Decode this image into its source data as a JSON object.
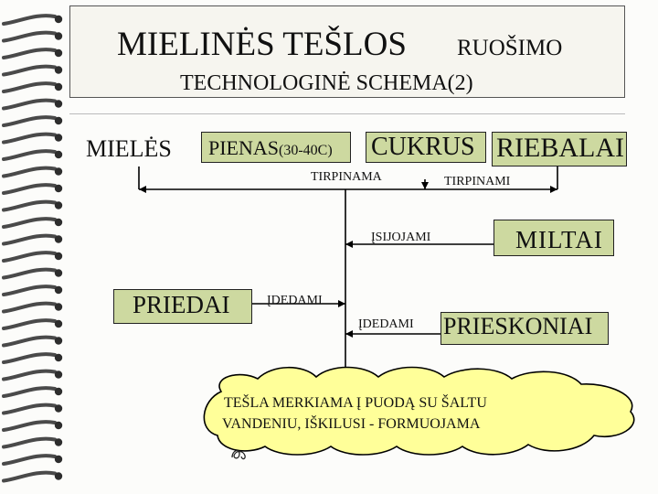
{
  "title": {
    "line1_main": "MIELINĖS TEŠLOS",
    "line1_sub": "RUOŠIMO",
    "line2": "TECHNOLOGINĖ SCHEMA(2)"
  },
  "ingredients": {
    "mieles": "MIELĖS",
    "pienas_main": "PIENAS",
    "pienas_temp": "(30-40C)",
    "cukrus": "CUKRUS",
    "riebalai": "RIEBALAI",
    "miltai": "MILTAI",
    "priedai": "PRIEDAI",
    "prieskoniai": "PRIESKONIAI"
  },
  "steps": {
    "tirpinama": "TIRPINAMA",
    "tirpinami": "TIRPINAMI",
    "isijojami": "ĮSIJOJAMI",
    "idedami_left": "ĮDEDAMI",
    "idedami_right": "ĮDEDAMI"
  },
  "result": {
    "line1": "TEŠLA MERKIAMA Į PUODĄ SU ŠALTU",
    "line2": "VANDENIU, IŠKILUSI - FORMUOJAMA"
  },
  "colors": {
    "title_box": "#f6f5ef",
    "ingredient_box": "#cdd9a0",
    "cloud": "#ffff99",
    "lines": "#000000",
    "binding_ring": "#4a4a4a"
  },
  "icons": {
    "binding": "spiral-binding",
    "pen_mark": "script-glyph"
  }
}
